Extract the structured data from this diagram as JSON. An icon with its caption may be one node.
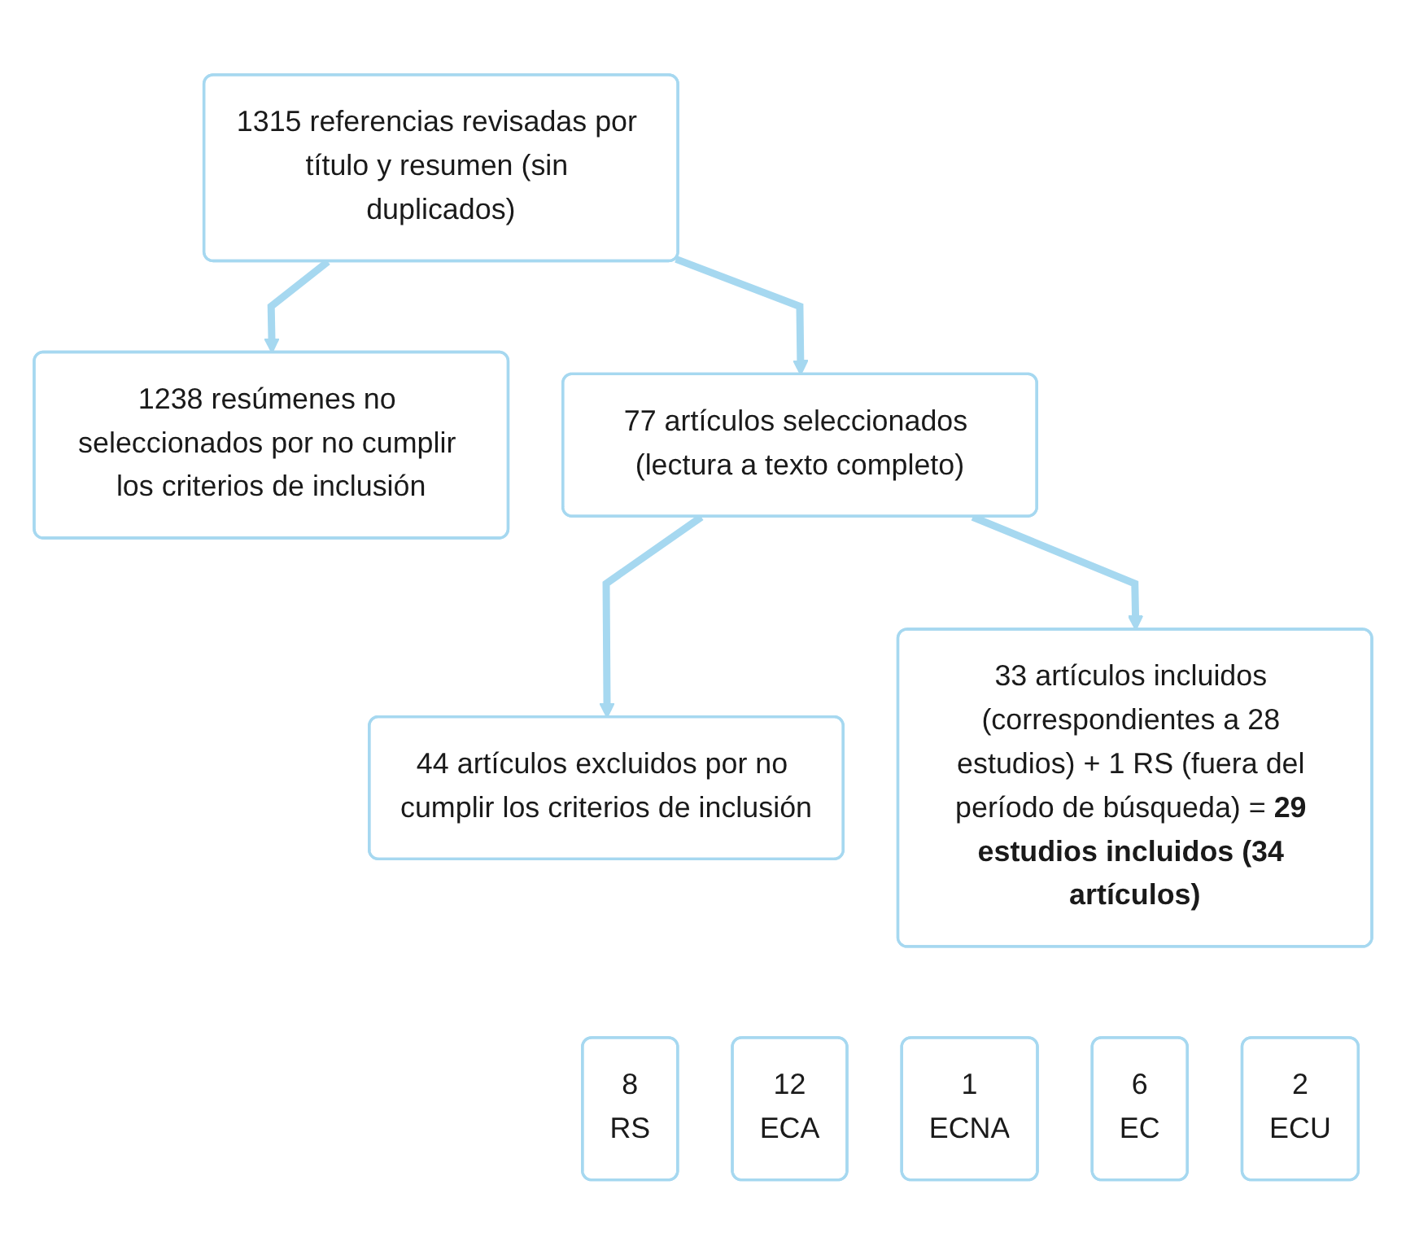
{
  "diagram": {
    "nodes": [
      {
        "text": [
          "1315 referencias revisadas por título y resumen (sin duplicados)"
        ]
      },
      {
        "text": [
          "1238 resúmenes no seleccionados por no cumplir los criterios de inclusión"
        ]
      },
      {
        "text": [
          "77 artículos seleccionados (lectura a texto completo)"
        ]
      },
      {
        "text": [
          "44 artículos excluidos por no cumplir los criterios de inclusión"
        ]
      },
      {
        "text": [
          "33 artículos incluidos (correspondientes a 28 estudios) + 1 RS (fuera del período de búsqueda) = **29 estudios incluidos (34 artículos)**"
        ]
      },
      {
        "text": [
          "8",
          "RS"
        ]
      },
      {
        "text": [
          "12",
          "ECA"
        ]
      },
      {
        "text": [
          "1",
          "ECNA"
        ]
      },
      {
        "text": [
          "6",
          "EC"
        ]
      },
      {
        "text": [
          "2",
          "ECU"
        ]
      }
    ],
    "edges": [
      {
        "from": 0,
        "to": 1,
        "arrow": "to"
      },
      {
        "from": 0,
        "to": 2,
        "arrow": "to"
      },
      {
        "from": 2,
        "to": 3,
        "arrow": "to"
      },
      {
        "from": 2,
        "to": 4,
        "arrow": "to"
      }
    ]
  }
}
